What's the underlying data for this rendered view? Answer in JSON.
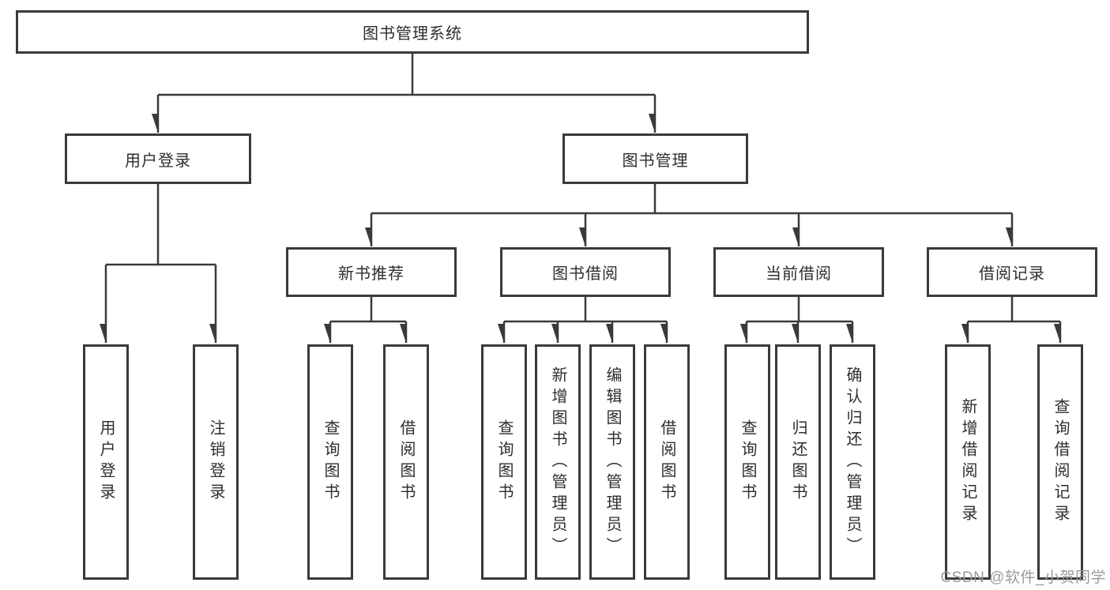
{
  "colors": {
    "line": "#3a3a3a",
    "text": "#2e2e2e",
    "background": "#ffffff",
    "watermark": "#9b9b9b"
  },
  "watermark": {
    "label": "CSDN @软件_小贺同学"
  },
  "tree": {
    "label": "图书管理系统",
    "children": [
      {
        "label": "用户登录",
        "children": [
          {
            "label": "用户登录"
          },
          {
            "label": "注销登录"
          }
        ]
      },
      {
        "label": "图书管理",
        "children": [
          {
            "label": "新书推荐",
            "children": [
              {
                "label": "查询图书"
              },
              {
                "label": "借阅图书"
              }
            ]
          },
          {
            "label": "图书借阅",
            "children": [
              {
                "label": "查询图书"
              },
              {
                "label": "新增图书（管理员）"
              },
              {
                "label": "编辑图书（管理员）"
              },
              {
                "label": "借阅图书"
              }
            ]
          },
          {
            "label": "当前借阅",
            "children": [
              {
                "label": "查询图书"
              },
              {
                "label": "归还图书"
              },
              {
                "label": "确认归还（管理员）"
              }
            ]
          },
          {
            "label": "借阅记录",
            "children": [
              {
                "label": "新增借阅记录"
              },
              {
                "label": "查询借阅记录"
              }
            ]
          }
        ]
      }
    ]
  }
}
